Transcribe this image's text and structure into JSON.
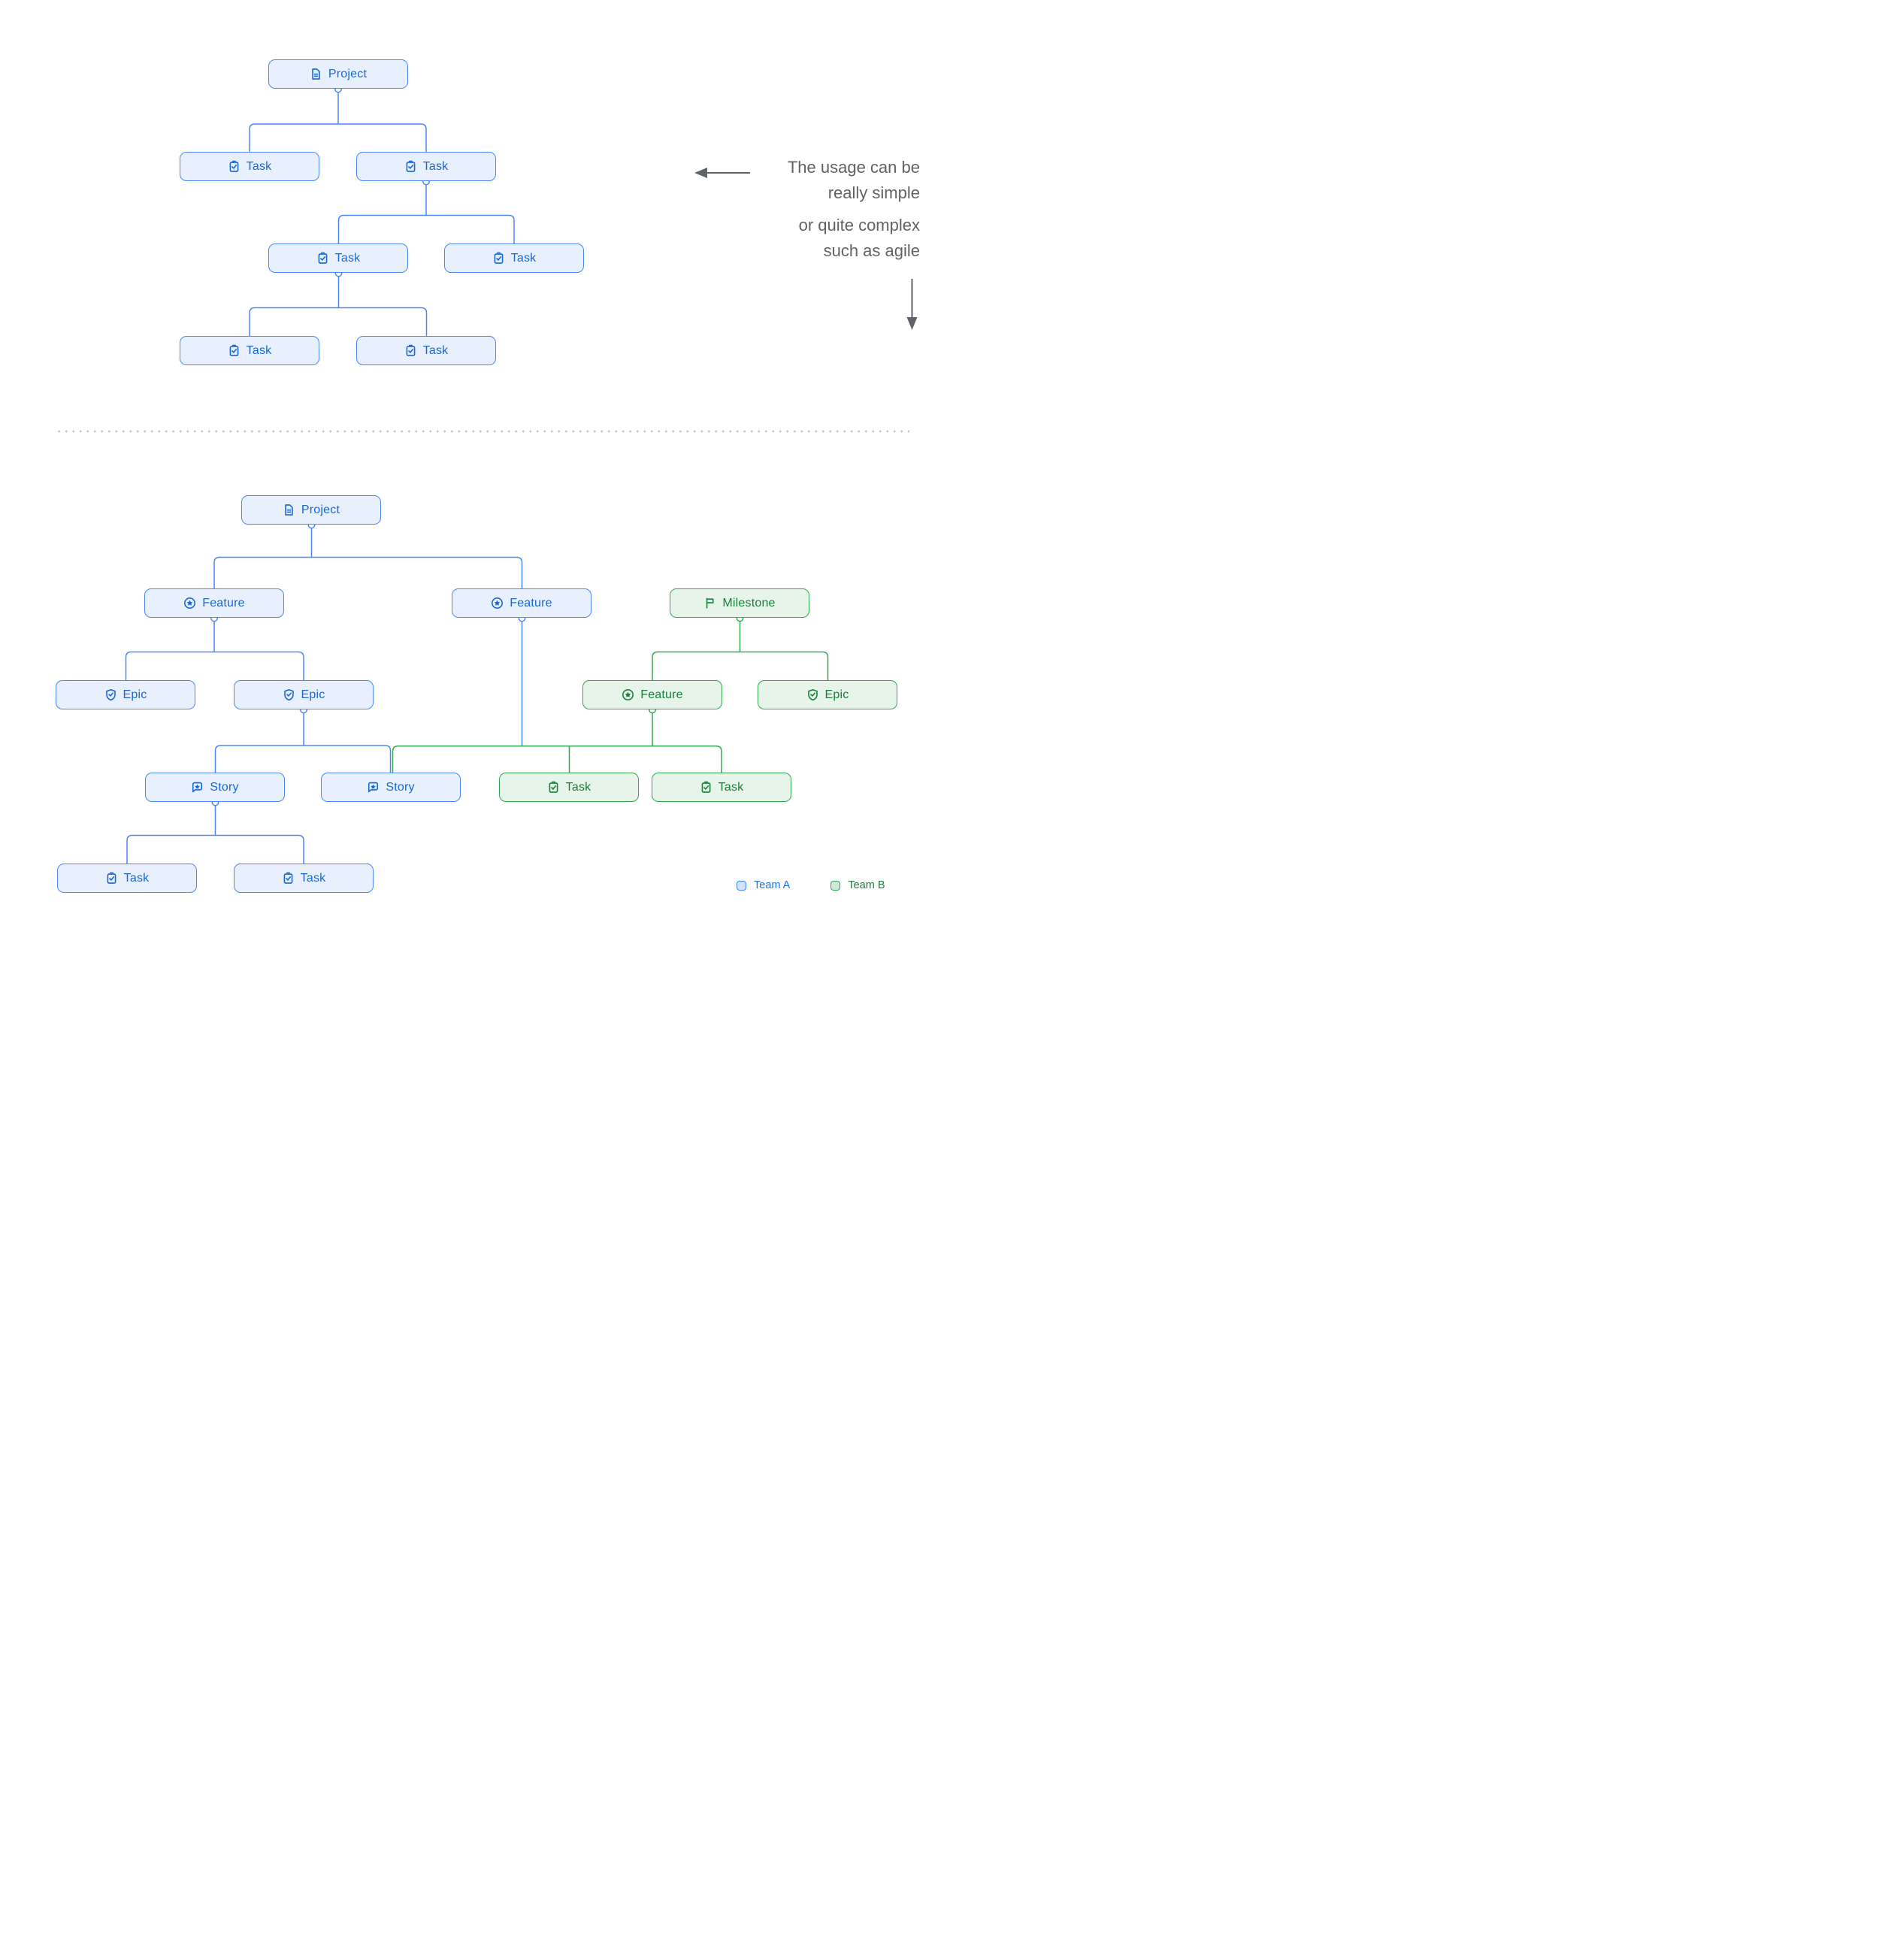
{
  "simple_tree": {
    "nodes": [
      {
        "label": "Project",
        "icon": "document",
        "team": "A"
      },
      {
        "label": "Task",
        "icon": "task",
        "team": "A"
      },
      {
        "label": "Task",
        "icon": "task",
        "team": "A"
      },
      {
        "label": "Task",
        "icon": "task",
        "team": "A"
      },
      {
        "label": "Task",
        "icon": "task",
        "team": "A"
      },
      {
        "label": "Task",
        "icon": "task",
        "team": "A"
      },
      {
        "label": "Task",
        "icon": "task",
        "team": "A"
      }
    ]
  },
  "complex_tree": {
    "nodes": [
      {
        "label": "Project",
        "icon": "document",
        "team": "A"
      },
      {
        "label": "Feature",
        "icon": "feature",
        "team": "A"
      },
      {
        "label": "Feature",
        "icon": "feature",
        "team": "A"
      },
      {
        "label": "Milestone",
        "icon": "milestone",
        "team": "B"
      },
      {
        "label": "Epic",
        "icon": "epic",
        "team": "A"
      },
      {
        "label": "Epic",
        "icon": "epic",
        "team": "A"
      },
      {
        "label": "Feature",
        "icon": "feature",
        "team": "B"
      },
      {
        "label": "Epic",
        "icon": "epic",
        "team": "B"
      },
      {
        "label": "Story",
        "icon": "story",
        "team": "A"
      },
      {
        "label": "Story",
        "icon": "story",
        "team": "A"
      },
      {
        "label": "Task",
        "icon": "task",
        "team": "B"
      },
      {
        "label": "Task",
        "icon": "task",
        "team": "B"
      },
      {
        "label": "Task",
        "icon": "task",
        "team": "A"
      },
      {
        "label": "Task",
        "icon": "task",
        "team": "A"
      }
    ]
  },
  "annotation": {
    "para1_line1": "The usage can be",
    "para1_line2": "really simple",
    "para2_line1": "or quite complex",
    "para2_line2": "such as agile"
  },
  "legend": {
    "team_a_label": "Team A",
    "team_b_label": "Team B"
  },
  "colors": {
    "team_a_fill": "#e8f0fe",
    "team_a_border": "#4b87f5",
    "team_a_text": "#1967d2",
    "team_b_fill": "#e7f4ea",
    "team_b_border": "#34a853",
    "team_b_text": "#188038",
    "annotation_text": "#5f6368",
    "divider_dot": "#c3c7cc"
  }
}
